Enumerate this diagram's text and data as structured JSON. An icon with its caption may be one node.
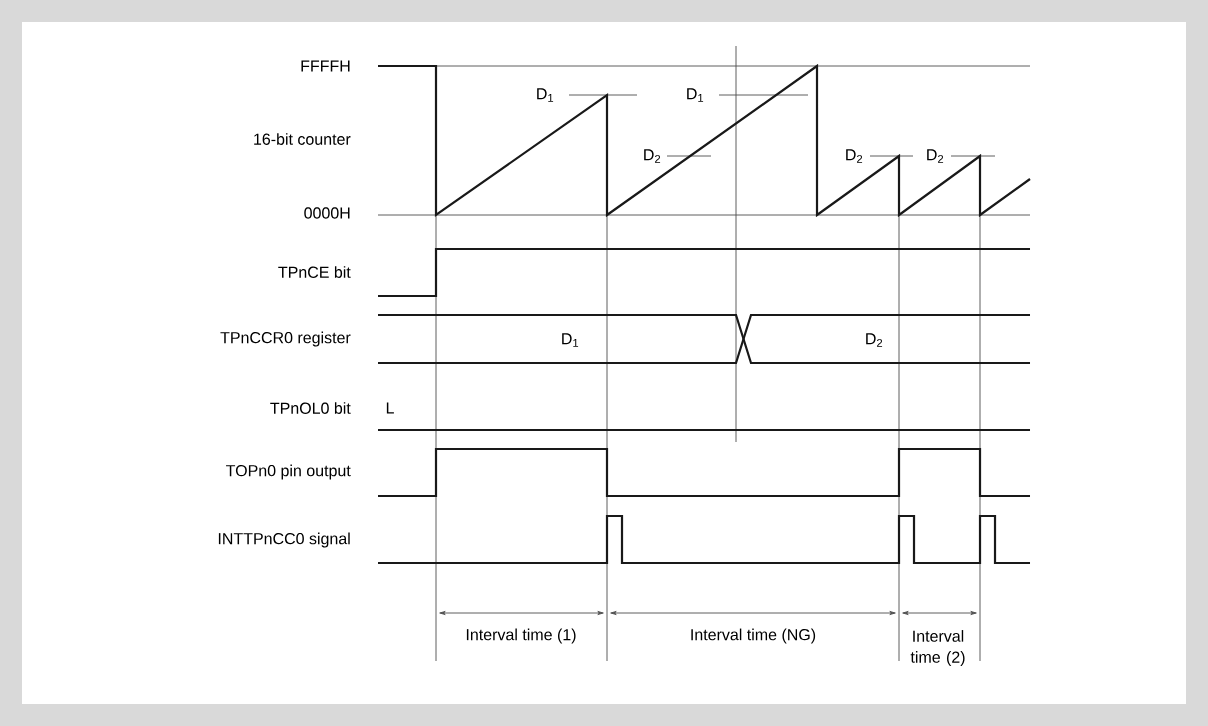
{
  "diagram": {
    "labels": [
      "FFFFH",
      "D$_{1}$",
      "D$_{1}$",
      "16-bit counter",
      "D$_{2}$",
      "D$_{2}$",
      "D$_{2}$",
      "0000H",
      "TPnCE bit",
      "TPnCCR0 register",
      "D$_{1}$",
      "D$_{2}$",
      "TPnOL0 bit",
      "L",
      "TOPn0 pin output",
      "INTTPnCC0 signal",
      "Interval time (1)",
      "Interval time (NG)",
      "Interval time (2)"
    ]
  }
}
